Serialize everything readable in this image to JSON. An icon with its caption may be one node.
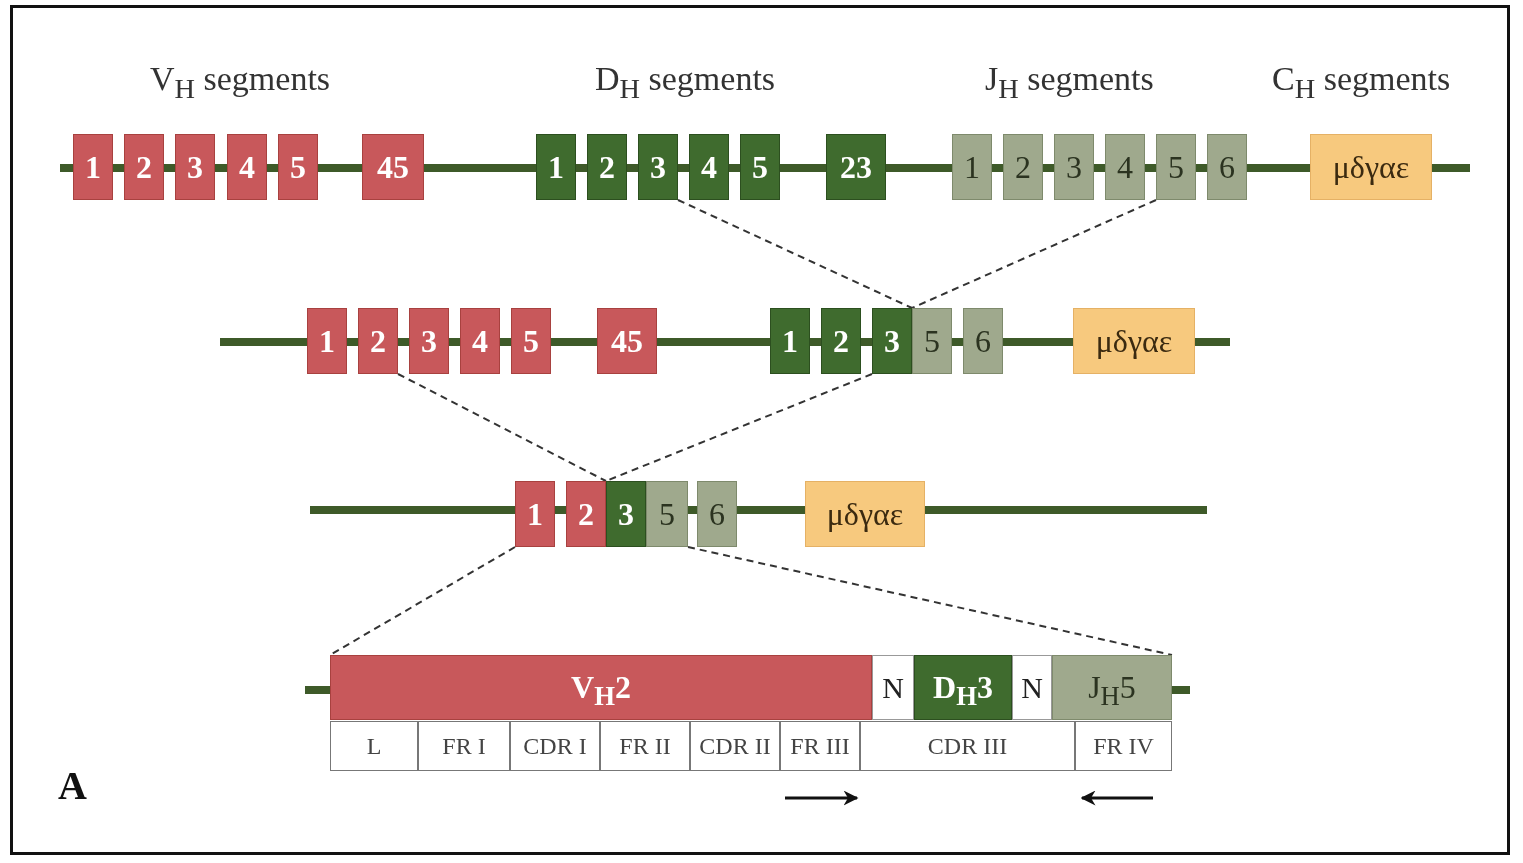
{
  "diagram": {
    "nodes": [
      {
        "text": [
          "1"
        ]
      },
      {
        "text": [
          "2"
        ]
      },
      {
        "text": [
          "3"
        ]
      },
      {
        "text": [
          "4"
        ]
      },
      {
        "text": [
          "5"
        ]
      },
      {
        "text": [
          "45"
        ]
      },
      {
        "text": [
          "1"
        ]
      },
      {
        "text": [
          "2"
        ]
      },
      {
        "text": [
          "3"
        ]
      },
      {
        "text": [
          "4"
        ]
      },
      {
        "text": [
          "5"
        ]
      },
      {
        "text": [
          "23"
        ]
      },
      {
        "text": [
          "1"
        ]
      },
      {
        "text": [
          "2"
        ]
      },
      {
        "text": [
          "3"
        ]
      },
      {
        "text": [
          "4"
        ]
      },
      {
        "text": [
          "5"
        ]
      },
      {
        "text": [
          "6"
        ]
      },
      {
        "text": [
          "μδγαε"
        ]
      },
      {
        "text": [
          "1"
        ]
      },
      {
        "text": [
          "2"
        ]
      },
      {
        "text": [
          "3"
        ]
      },
      {
        "text": [
          "4"
        ]
      },
      {
        "text": [
          "5"
        ]
      },
      {
        "text": [
          "45"
        ]
      },
      {
        "text": [
          "1"
        ]
      },
      {
        "text": [
          "2"
        ]
      },
      {
        "text": [
          "3"
        ]
      },
      {
        "text": [
          "5"
        ]
      },
      {
        "text": [
          "6"
        ]
      },
      {
        "text": [
          "μδγαε"
        ]
      },
      {
        "text": [
          "1"
        ]
      },
      {
        "text": [
          "2"
        ]
      },
      {
        "text": [
          "3"
        ]
      },
      {
        "text": [
          "5"
        ]
      },
      {
        "text": [
          "6"
        ]
      },
      {
        "text": [
          "μδγαε"
        ]
      },
      {
        "text": [
          "V$_{H}$2"
        ]
      },
      {
        "text": [
          "N"
        ]
      },
      {
        "text": [
          "D$_{H}$3"
        ]
      },
      {
        "text": [
          "N"
        ]
      },
      {
        "text": [
          "J$_{H}$5"
        ]
      },
      {
        "text": [
          "L"
        ]
      },
      {
        "text": [
          "FR I"
        ]
      },
      {
        "text": [
          "CDR I"
        ]
      },
      {
        "text": [
          "FR II"
        ]
      },
      {
        "text": [
          "CDR II"
        ]
      },
      {
        "text": [
          "FR III"
        ]
      },
      {
        "text": [
          "CDR III"
        ]
      },
      {
        "text": [
          "FR IV"
        ]
      }
    ],
    "edges": [
      {
        "from": 8,
        "to": 27,
        "arrow": "none",
        "style": "dashed"
      },
      {
        "from": 16,
        "to": 28,
        "arrow": "none",
        "style": "dashed"
      },
      {
        "from": 20,
        "to": 32,
        "arrow": "none",
        "style": "dashed"
      },
      {
        "from": 27,
        "to": 33,
        "arrow": "none",
        "style": "dashed"
      },
      {
        "from": 31,
        "to": 37,
        "arrow": "none",
        "style": "dashed"
      },
      {
        "from": 34,
        "to": 41,
        "arrow": "none",
        "style": "dashed"
      }
    ],
    "labels": [
      "V$_{H}$ segments",
      "D$_{H}$ segments",
      "J$_{H}$ segments",
      "C$_{H}$ segments",
      "A"
    ]
  }
}
